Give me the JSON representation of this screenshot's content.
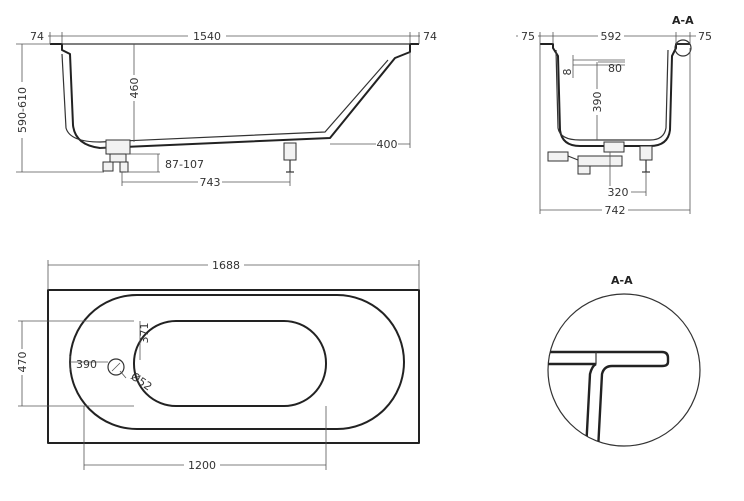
{
  "side_view": {
    "top_left": "74",
    "top_length": "1540",
    "top_right": "74",
    "height_range": "590-610",
    "depth": "460",
    "slope_base": "400",
    "drain_range": "87-107",
    "drain_offset": "743"
  },
  "section_view": {
    "label": "A-A",
    "top_left": "75",
    "top_width": "592",
    "top_right": "75",
    "rim_thickness": "8",
    "rim_width": "80",
    "depth": "390",
    "feet_spacing": "320",
    "total_width": "742"
  },
  "plan_view": {
    "total_length": "1688",
    "width": "470",
    "drain_offset": "390",
    "drain_offset_side": "371",
    "drain_diameter": "Ø52",
    "inner_length": "1200"
  },
  "detail_view": {
    "label": "A-A"
  }
}
